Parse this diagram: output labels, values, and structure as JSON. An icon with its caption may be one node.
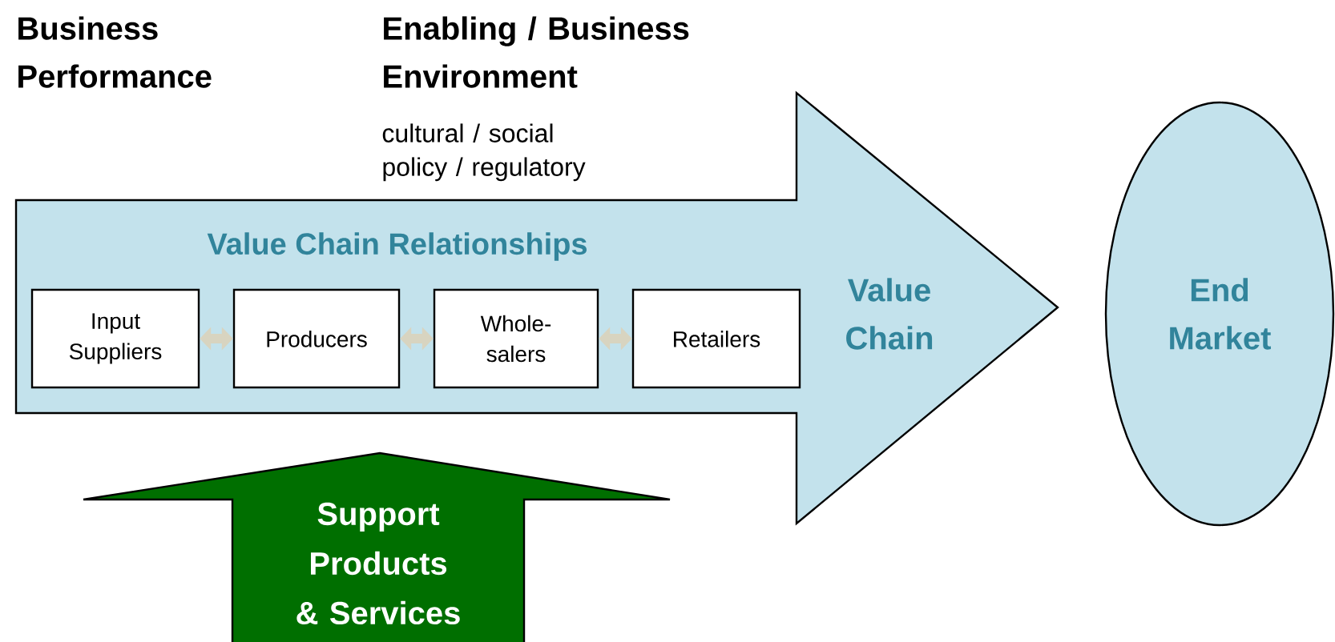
{
  "diagram": {
    "nodes": [
      {
        "text": [
          "Value Chain Relationships",
          "Value Chain"
        ]
      },
      {
        "text": [
          "Input Suppliers"
        ],
        "in": 0
      },
      {
        "text": [
          "Producers"
        ],
        "in": 0
      },
      {
        "text": [
          "Whole- salers"
        ],
        "in": 0
      },
      {
        "text": [
          "Retailers"
        ],
        "in": 0
      },
      {
        "text": [
          "End Market"
        ]
      },
      {
        "text": [
          "Support Products & Services"
        ]
      }
    ],
    "edges": [
      {
        "from": 1,
        "to": 2,
        "arrow": "both"
      },
      {
        "from": 2,
        "to": 3,
        "arrow": "both"
      },
      {
        "from": 3,
        "to": 4,
        "arrow": "both"
      }
    ],
    "labels": [
      "Business Performance",
      "Enabling / Business Environment",
      "cultural / social",
      "policy / regulatory"
    ]
  }
}
